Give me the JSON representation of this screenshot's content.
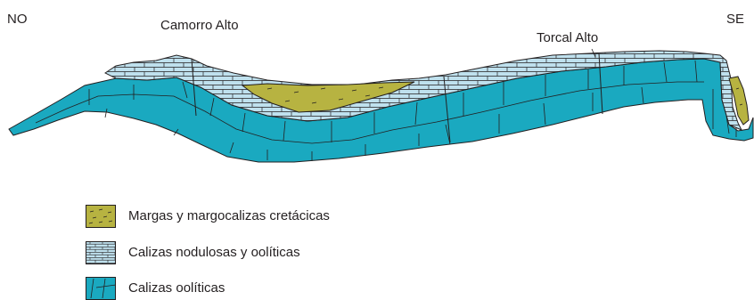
{
  "orientation": {
    "left": "NO",
    "right": "SE"
  },
  "peaks": {
    "camorro": "Camorro Alto",
    "torcal": "Torcal Alto"
  },
  "colors": {
    "margas": "#b7b341",
    "calizas_nodulosas": "#bfe1ee",
    "calizas_ooliticas": "#1aa9c0",
    "line": "#231f20"
  },
  "legend": [
    {
      "key": "margas",
      "label": "Margas y margocalizas cretácicas"
    },
    {
      "key": "nodulosas",
      "label": "Calizas nodulosas y oolíticas"
    },
    {
      "key": "ooliticas",
      "label": "Calizas oolíticas"
    }
  ]
}
